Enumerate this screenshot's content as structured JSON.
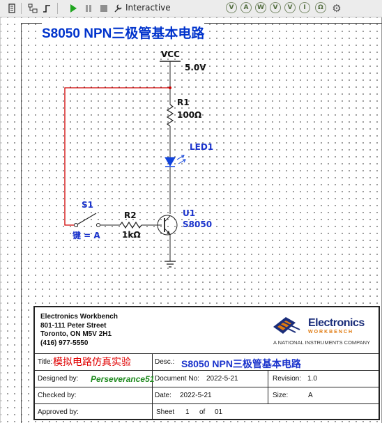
{
  "toolbar": {
    "mode_label": "Interactive",
    "probe_icons": [
      "voltage-probe-icon",
      "current-probe-icon",
      "power-probe-icon",
      "diff-voltage-probe-icon",
      "voltage-current-probe-icon",
      "reference-probe-icon",
      "digital-probe-icon",
      "gear-icon"
    ],
    "probe_letters": [
      "V",
      "A",
      "W",
      "V",
      "V",
      "I",
      "Ω",
      "⚙"
    ]
  },
  "schematic": {
    "title": "S8050 NPN三极管基本电路",
    "vcc_label": "VCC",
    "vcc_value": "5.0V",
    "r1_name": "R1",
    "r1_value": "100Ω",
    "led_name": "LED1",
    "s1_name": "S1",
    "s1_key": "键 = A",
    "r2_name": "R2",
    "r2_value": "1kΩ",
    "u1_name": "U1",
    "u1_part": "S8050",
    "wire_color": "#d00000",
    "wire_dark": "#222222"
  },
  "title_block": {
    "company": [
      "Electronics Workbench",
      "801-111 Peter Street",
      "Toronto, ON M5V 2H1",
      "(416) 977-5550"
    ],
    "logo_name": "Electronics",
    "logo_sub": "WORKBENCH",
    "logo_tag": "A NATIONAL INSTRUMENTS COMPANY",
    "title_label": "Title:",
    "title_value": "模拟电路仿真实验",
    "desc_label": "Desc.:",
    "desc_value": "S8050 NPN三极管基本电路",
    "designed_label": "Designed by:",
    "designed_value": "Perseverance51",
    "document_label": "Document No:",
    "document_value": "2022-5-21",
    "revision_label": "Revision:",
    "revision_value": "1.0",
    "checked_label": "Checked by:",
    "date_label": "Date:",
    "date_value": "2022-5-21",
    "size_label": "Size:",
    "size_value": "A",
    "approved_label": "Approved by:",
    "sheet_label": "Sheet",
    "sheet_value": "1",
    "sheet_of": "of",
    "sheet_total": "01"
  }
}
